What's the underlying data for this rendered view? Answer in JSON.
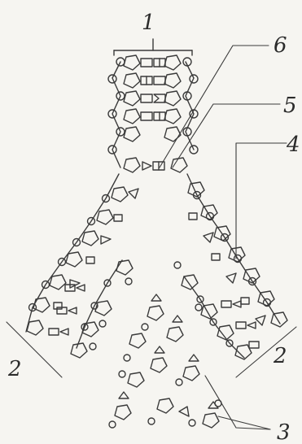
{
  "diagram": {
    "labels": {
      "parent_duplex": "1",
      "daughter_strands": "2",
      "free_nucleotides": "3",
      "label_4": "4",
      "label_5": "5",
      "label_6": "6"
    },
    "colors": {
      "ink": "#3a3a3a",
      "paper": "#f6f5f1"
    }
  }
}
